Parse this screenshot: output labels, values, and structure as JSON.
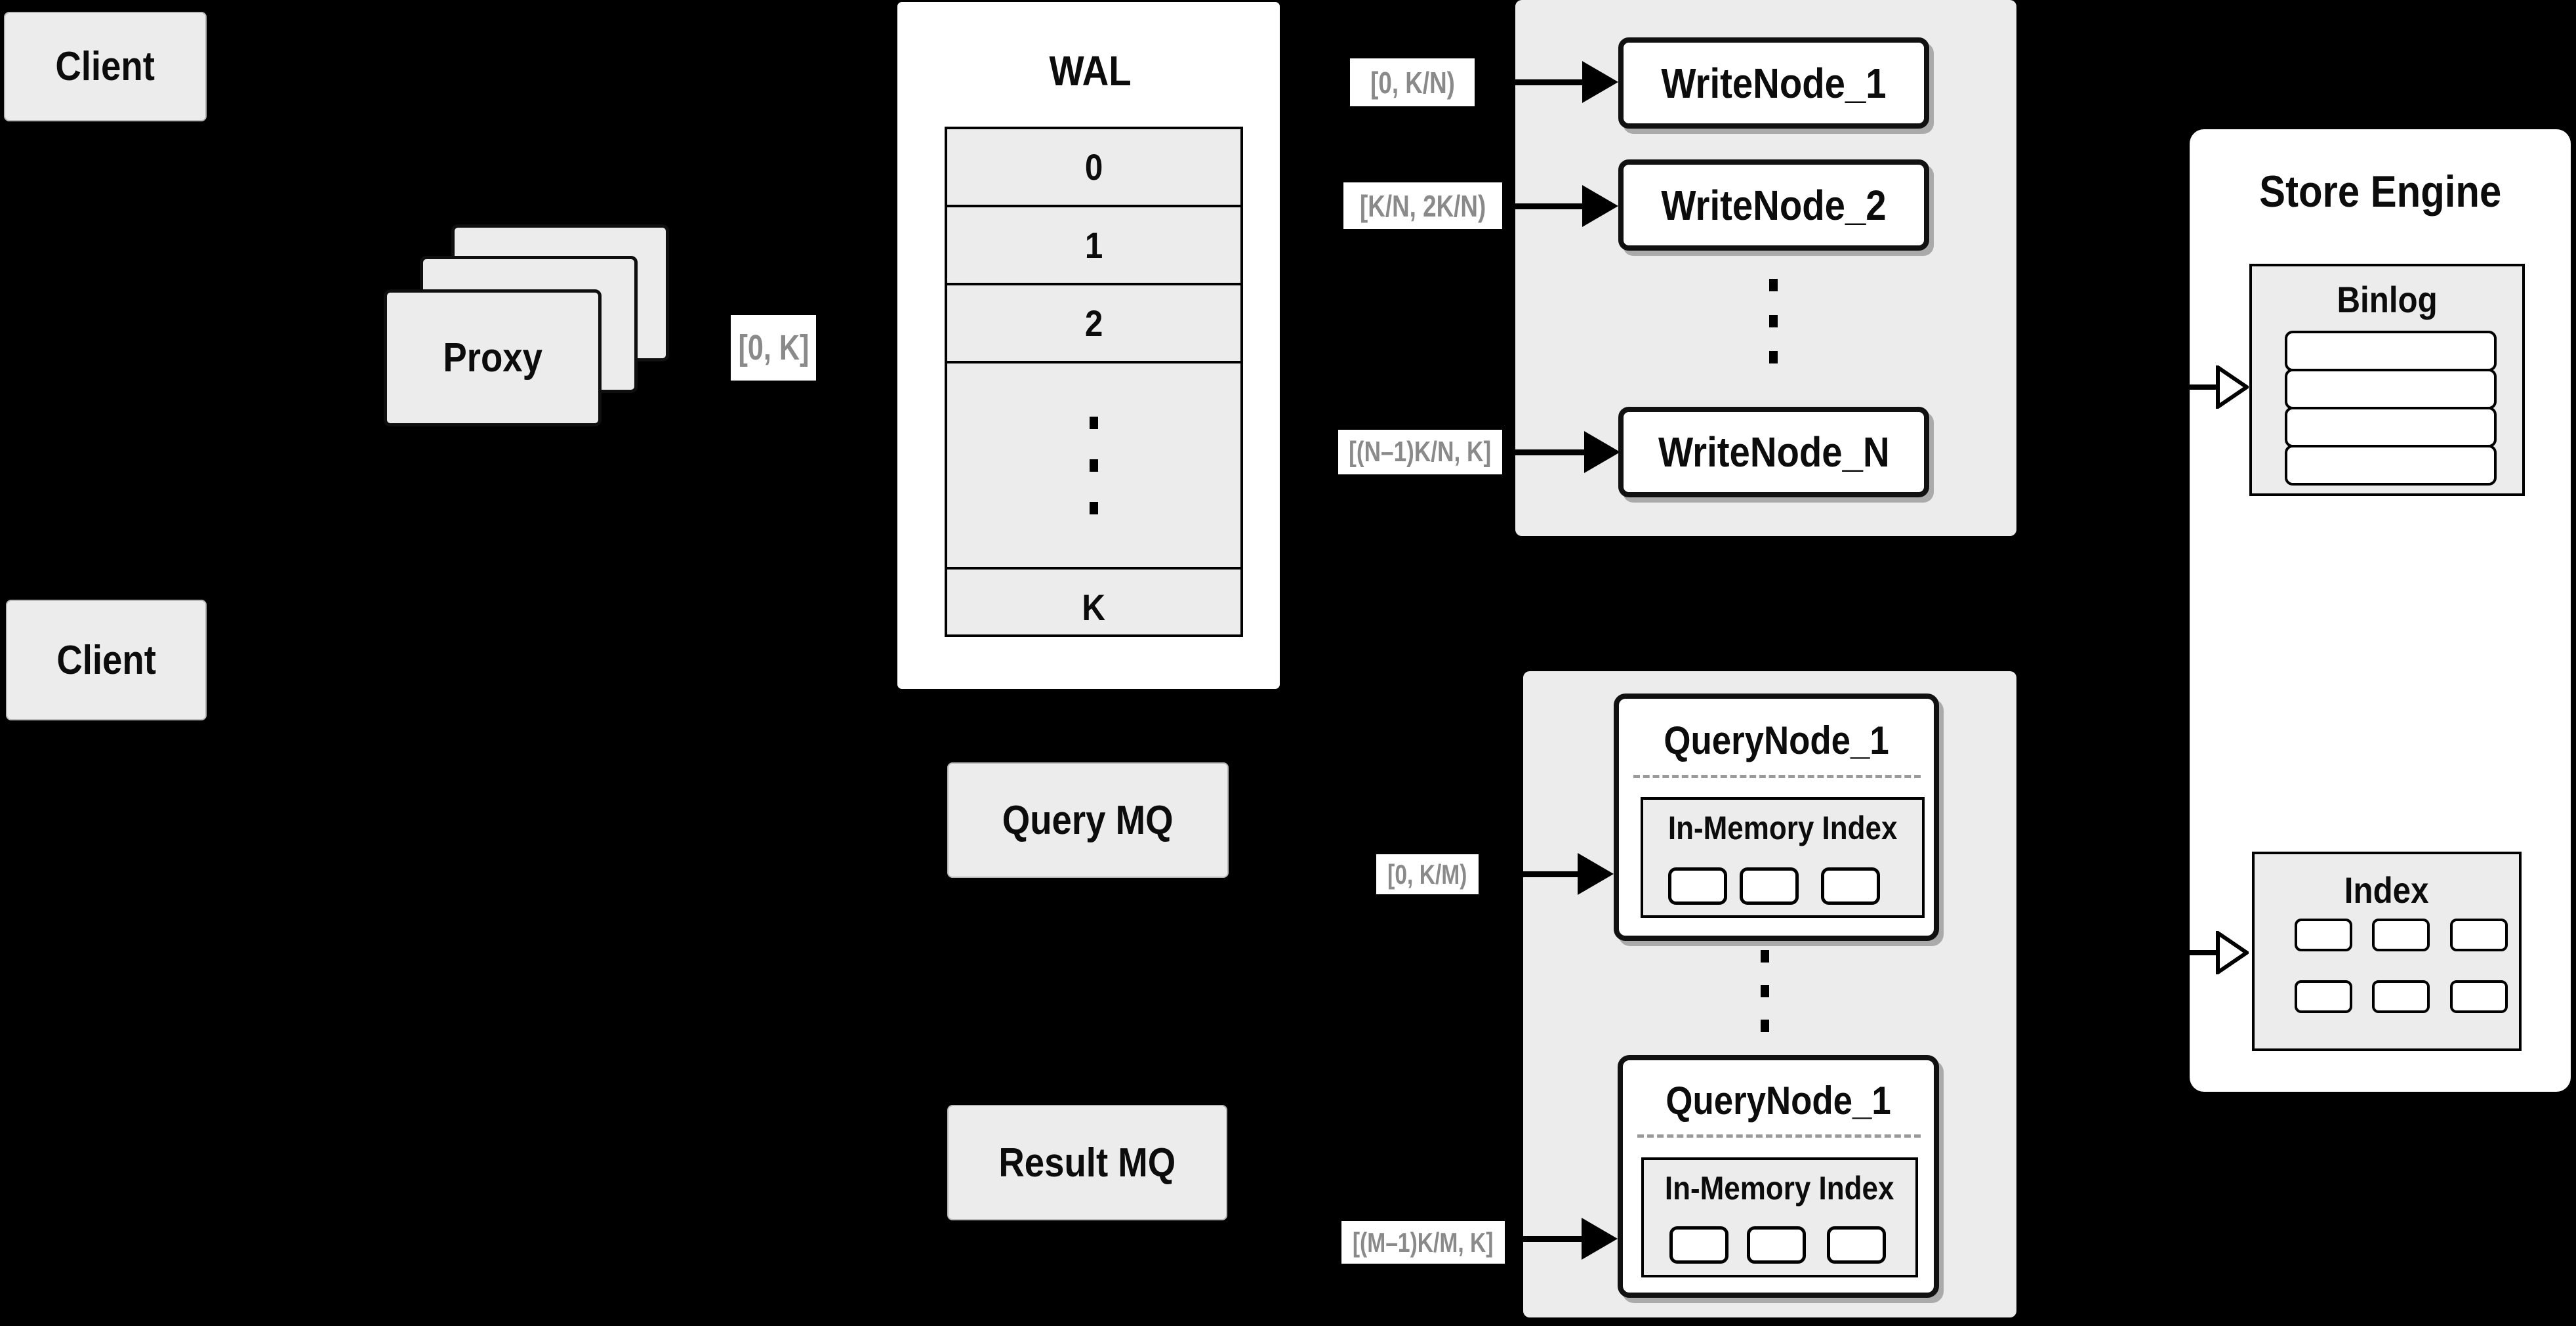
{
  "palette": {
    "background": "#000000",
    "box_gray": "#ececec",
    "node_white": "#ffffff",
    "line_black": "#000000",
    "chip_text_gray": "#8a8a8a",
    "dashed_gray": "#9a9a9a"
  },
  "clients": {
    "top_label": "Client",
    "bottom_label": "Client"
  },
  "proxy": {
    "label": "Proxy",
    "range_chip": "[0, K]"
  },
  "wal": {
    "title": "WAL",
    "segments": [
      "0",
      "1",
      "2"
    ],
    "last_segment": "K"
  },
  "write_group": {
    "nodes": [
      {
        "chip": "[0, K/N)",
        "label": "WriteNode_1"
      },
      {
        "chip": "[K/N, 2K/N)",
        "label": "WriteNode_2"
      },
      {
        "chip": "[(N–1)K/N, K]",
        "label": "WriteNode_N"
      }
    ]
  },
  "query_group": {
    "nodes": [
      {
        "chip": "[0, K/M)",
        "label": "QueryNode_1",
        "inner_title": "In-Memory Index"
      },
      {
        "chip": "[(M–1)K/M, K]",
        "label": "QueryNode_1",
        "inner_title": "In-Memory Index"
      }
    ]
  },
  "mq": {
    "query_label": "Query MQ",
    "result_label": "Result MQ"
  },
  "store_engine": {
    "title": "Store Engine",
    "binlog_title": "Binlog",
    "index_title": "Index"
  }
}
